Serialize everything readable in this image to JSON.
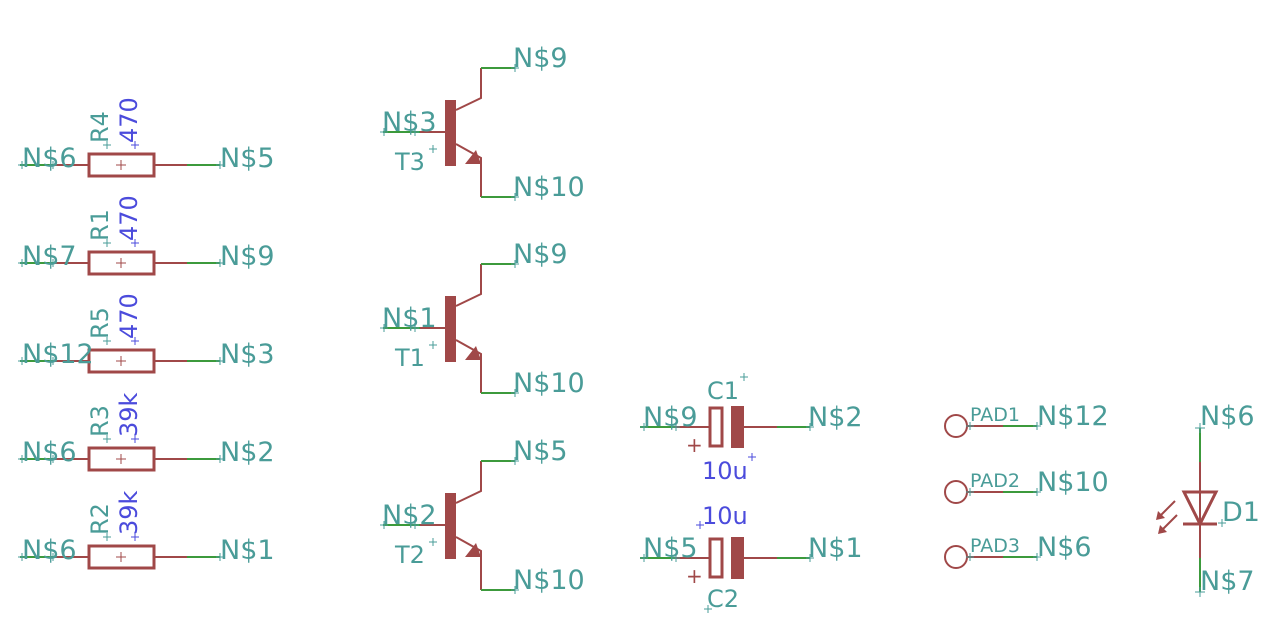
{
  "title": "Schematic",
  "resistors": [
    {
      "name": "R4",
      "value": "470",
      "left_net": "N$6",
      "right_net": "N$5"
    },
    {
      "name": "R1",
      "value": "470",
      "left_net": "N$7",
      "right_net": "N$9"
    },
    {
      "name": "R5",
      "value": "470",
      "left_net": "N$12",
      "right_net": "N$3"
    },
    {
      "name": "R3",
      "value": "39k",
      "left_net": "N$6",
      "right_net": "N$2"
    },
    {
      "name": "R2",
      "value": "39k",
      "left_net": "N$6",
      "right_net": "N$1"
    }
  ],
  "transistors": [
    {
      "name": "T3",
      "base_net": "N$3",
      "collector_net": "N$9",
      "emitter_net": "N$10"
    },
    {
      "name": "T1",
      "base_net": "N$1",
      "collector_net": "N$9",
      "emitter_net": "N$10"
    },
    {
      "name": "T2",
      "base_net": "N$2",
      "collector_net": "N$5",
      "emitter_net": "N$10"
    }
  ],
  "capacitors": [
    {
      "name": "C1",
      "value": "10u",
      "left_net": "N$9",
      "right_net": "N$2",
      "polarity": "+"
    },
    {
      "name": "C2",
      "value": "10u",
      "left_net": "N$5",
      "right_net": "N$1",
      "polarity": "+"
    }
  ],
  "pads": [
    {
      "name": "PAD1",
      "net": "N$12"
    },
    {
      "name": "PAD2",
      "net": "N$10"
    },
    {
      "name": "PAD3",
      "net": "N$6"
    }
  ],
  "led": {
    "name": "D1",
    "top_net": "N$6",
    "bottom_net": "N$7"
  },
  "colors": {
    "body": "#a04848",
    "net_label": "#4a9c98",
    "value_label": "#4b4bdc",
    "wire": "#3c9a3c"
  }
}
